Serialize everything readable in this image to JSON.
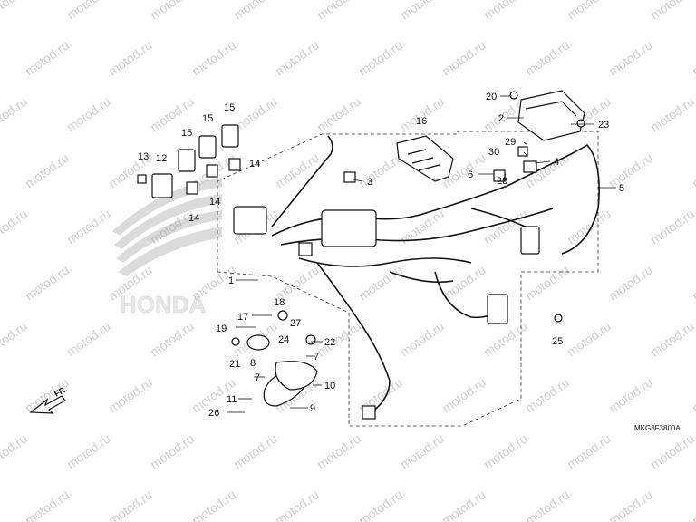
{
  "watermark": "motod.ru",
  "diagram_code": "MKG3F3800A",
  "front_indicator": "FR.",
  "brand_mark": "HONDA",
  "callouts": [
    "1",
    "2",
    "3",
    "4",
    "5",
    "6",
    "7",
    "7",
    "8",
    "9",
    "10",
    "11",
    "12",
    "13",
    "14",
    "14",
    "14",
    "15",
    "15",
    "15",
    "16",
    "17",
    "18",
    "19",
    "20",
    "21",
    "22",
    "23",
    "24",
    "25",
    "26",
    "27",
    "28",
    "29",
    "30"
  ]
}
